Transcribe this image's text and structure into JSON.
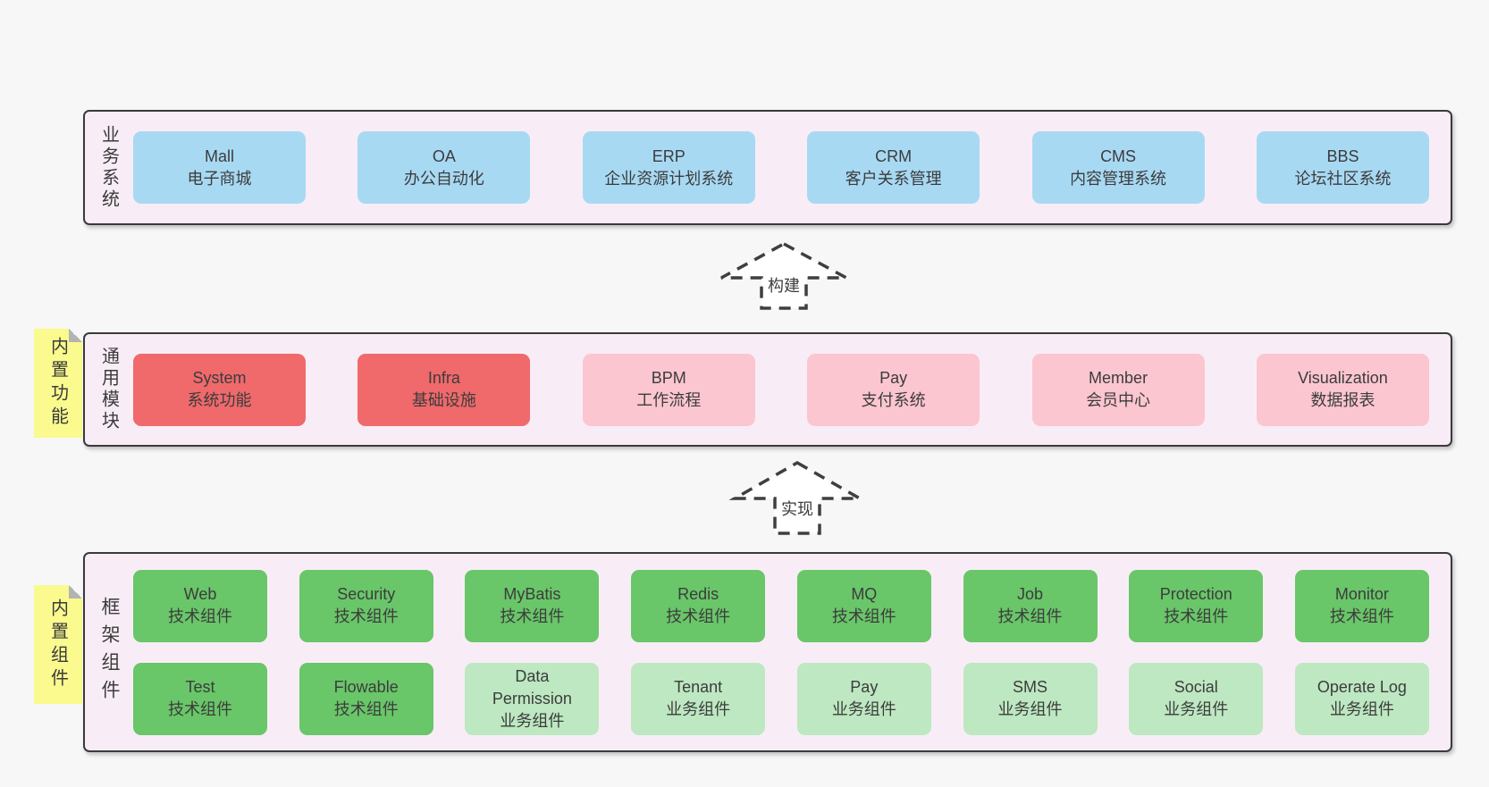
{
  "colors": {
    "page_bg": "#f7f7f7",
    "band_fill": "#f8edf6",
    "band_border": "#3a3a3a",
    "blue": "#a8d9f3",
    "red": "#f0696b",
    "pink": "#fbc6d0",
    "green_dark": "#69c669",
    "green_light": "#bde8c1",
    "yellow": "#fafa8e",
    "text": "#3d3d3d"
  },
  "arrows": [
    {
      "label": "构建"
    },
    {
      "label": "实现"
    }
  ],
  "bands": [
    {
      "id": "business",
      "label": "业务系统",
      "rows": [
        [
          {
            "name": "Mall",
            "subtitle": "电子商城",
            "color": "blue"
          },
          {
            "name": "OA",
            "subtitle": "办公自动化",
            "color": "blue"
          },
          {
            "name": "ERP",
            "subtitle": "企业资源计划系统",
            "color": "blue"
          },
          {
            "name": "CRM",
            "subtitle": "客户关系管理",
            "color": "blue"
          },
          {
            "name": "CMS",
            "subtitle": "内容管理系统",
            "color": "blue"
          },
          {
            "name": "BBS",
            "subtitle": "论坛社区系统",
            "color": "blue"
          }
        ]
      ]
    },
    {
      "id": "modules",
      "label": "通用模块",
      "sticky": "内置功能",
      "rows": [
        [
          {
            "name": "System",
            "subtitle": "系统功能",
            "color": "red"
          },
          {
            "name": "Infra",
            "subtitle": "基础设施",
            "color": "red"
          },
          {
            "name": "BPM",
            "subtitle": "工作流程",
            "color": "pink"
          },
          {
            "name": "Pay",
            "subtitle": "支付系统",
            "color": "pink"
          },
          {
            "name": "Member",
            "subtitle": "会员中心",
            "color": "pink"
          },
          {
            "name": "Visualization",
            "subtitle": "数据报表",
            "color": "pink"
          }
        ]
      ]
    },
    {
      "id": "components",
      "label": "框架组件",
      "sticky": "内置组件",
      "rows": [
        [
          {
            "name": "Web",
            "subtitle": "技术组件",
            "color": "green-dark"
          },
          {
            "name": "Security",
            "subtitle": "技术组件",
            "color": "green-dark"
          },
          {
            "name": "MyBatis",
            "subtitle": "技术组件",
            "color": "green-dark"
          },
          {
            "name": "Redis",
            "subtitle": "技术组件",
            "color": "green-dark"
          },
          {
            "name": "MQ",
            "subtitle": "技术组件",
            "color": "green-dark"
          },
          {
            "name": "Job",
            "subtitle": "技术组件",
            "color": "green-dark"
          },
          {
            "name": "Protection",
            "subtitle": "技术组件",
            "color": "green-dark"
          },
          {
            "name": "Monitor",
            "subtitle": "技术组件",
            "color": "green-dark"
          }
        ],
        [
          {
            "name": "Test",
            "subtitle": "技术组件",
            "color": "green-dark"
          },
          {
            "name": "Flowable",
            "subtitle": "技术组件",
            "color": "green-dark"
          },
          {
            "name": "Data Permission",
            "subtitle": "业务组件",
            "color": "green-light"
          },
          {
            "name": "Tenant",
            "subtitle": "业务组件",
            "color": "green-light"
          },
          {
            "name": "Pay",
            "subtitle": "业务组件",
            "color": "green-light"
          },
          {
            "name": "SMS",
            "subtitle": "业务组件",
            "color": "green-light"
          },
          {
            "name": "Social",
            "subtitle": "业务组件",
            "color": "green-light"
          },
          {
            "name": "Operate Log",
            "subtitle": "业务组件",
            "color": "green-light"
          }
        ]
      ]
    }
  ]
}
